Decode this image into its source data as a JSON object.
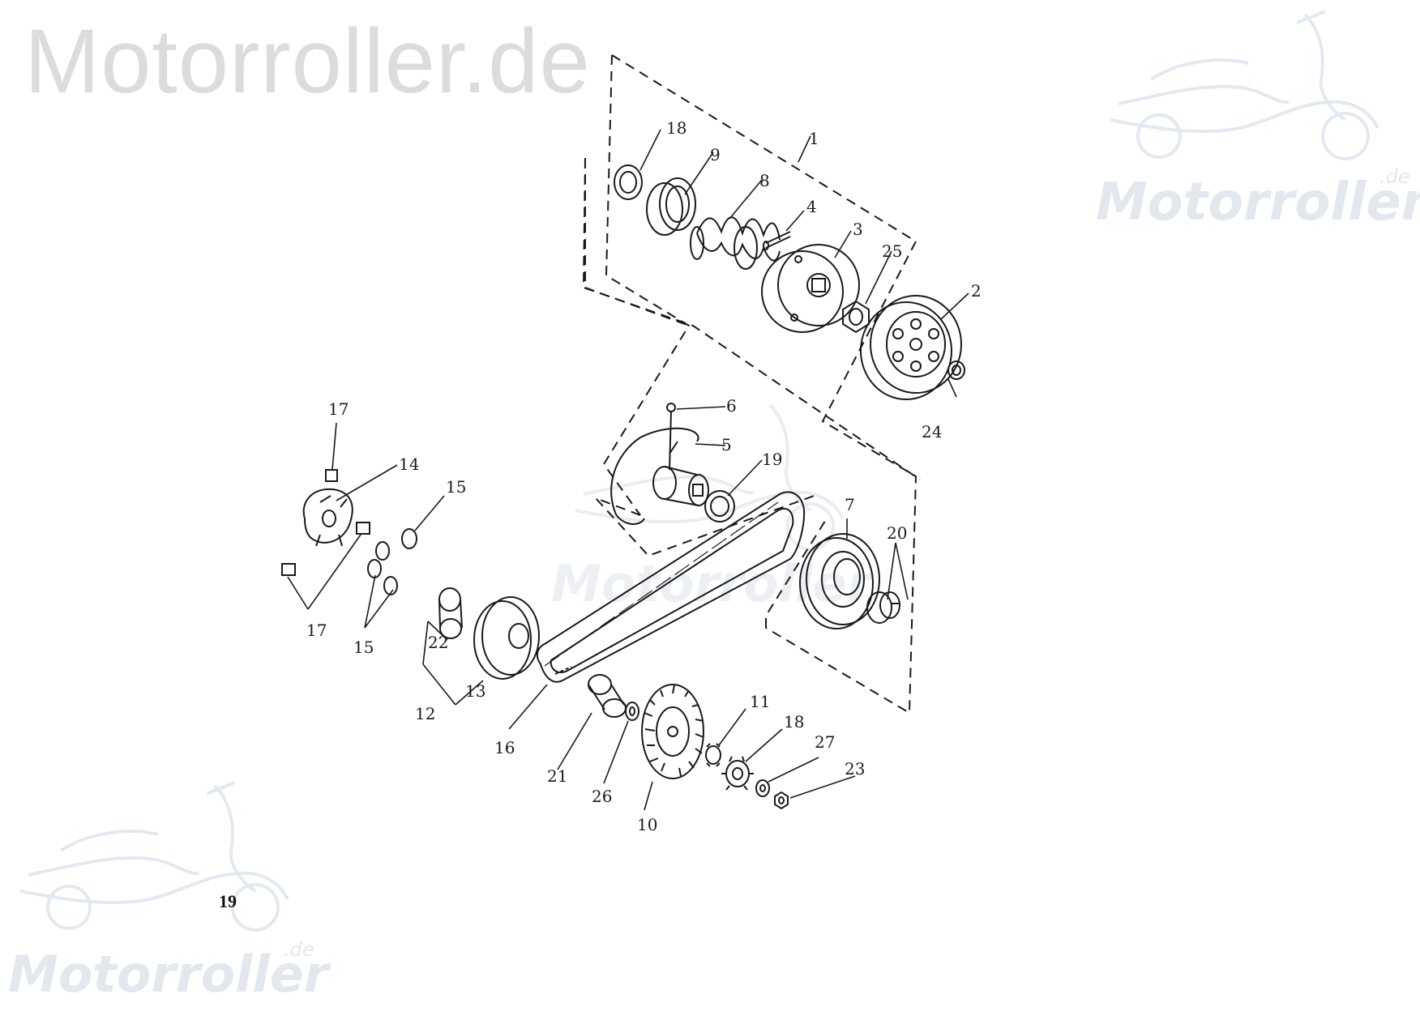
{
  "watermarks": {
    "top_text": "Motorroller.de",
    "logo_text": "Motorroller",
    "logo_suffix": ".de"
  },
  "labels": {
    "p1": "1",
    "p2": "2",
    "p3": "3",
    "p4": "4",
    "p5": "5",
    "p6": "6",
    "p7": "7",
    "p8": "8",
    "p9": "9",
    "p10": "10",
    "p11": "11",
    "p12": "12",
    "p13": "13",
    "p14": "14",
    "p15": "15",
    "p16": "16",
    "p17": "17",
    "p18": "18",
    "p19": "19",
    "p20": "20",
    "p21": "21",
    "p22": "22",
    "p23": "23",
    "p24": "24",
    "p25": "25",
    "p26": "26",
    "p27": "27"
  },
  "page_number": "19",
  "colors": {
    "line": "#1a1a1a",
    "watermark_text": "#dcdcdc",
    "watermark_logo": "#e3e9f1",
    "background": "#ffffff"
  }
}
